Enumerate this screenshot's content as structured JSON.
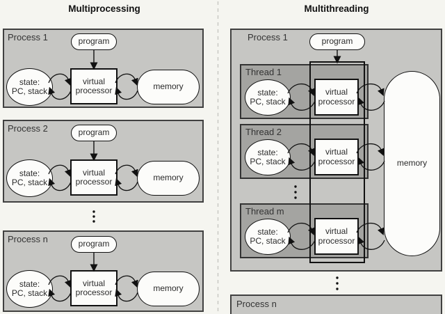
{
  "left": {
    "title": "Multiprocessing",
    "processes": [
      {
        "label": "Process 1"
      },
      {
        "label": "Process 2"
      },
      {
        "label": "Process n"
      }
    ]
  },
  "right": {
    "title": "Multithreading",
    "process_top_label": "Process 1",
    "process_bottom_label": "Process n",
    "threads": [
      {
        "label": "Thread 1"
      },
      {
        "label": "Thread 2"
      },
      {
        "label": "Thread m"
      }
    ]
  },
  "shapes": {
    "program": "program",
    "state_line1": "state:",
    "state_line2": "PC, stack",
    "vp_line1": "virtual",
    "vp_line2": "processor",
    "memory": "memory"
  },
  "colors": {
    "background": "#f5f5f0",
    "process_fill": "#c6c6c3",
    "thread_fill": "#a4a4a1",
    "shape_fill": "#fcfcfa",
    "border": "#111111",
    "divider": "#c9c9c4"
  }
}
